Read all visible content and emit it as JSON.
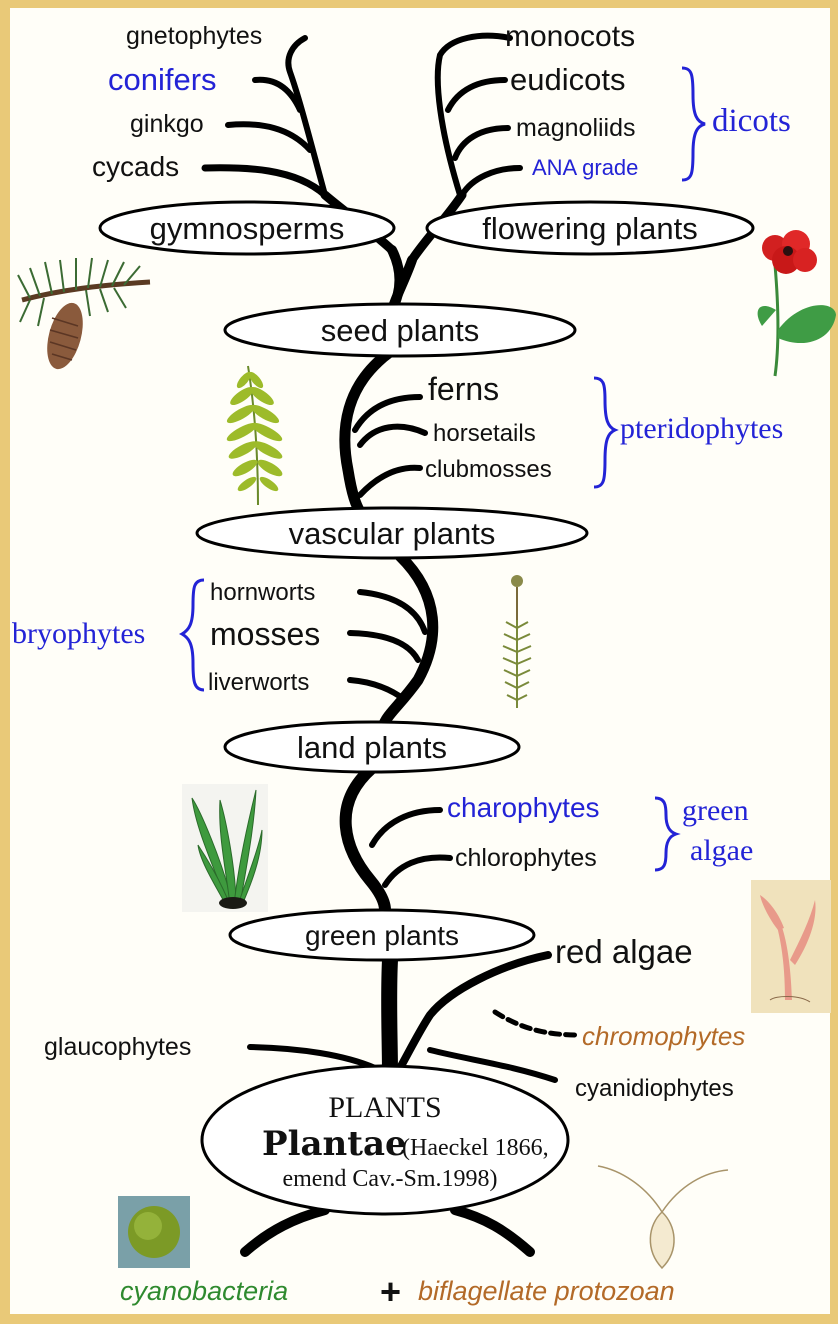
{
  "colors": {
    "background": "#e9c978",
    "panel": "#fffef8",
    "label_blue": "#2323d6",
    "label_orange": "#b36a28",
    "label_green": "#2f8a2f"
  },
  "nodes": {
    "gymnosperms": "gymnosperms",
    "flowering_plants": "flowering plants",
    "seed_plants": "seed plants",
    "vascular_plants": "vascular plants",
    "land_plants": "land plants",
    "green_plants": "green plants",
    "plants": "PLANTS",
    "plantae_name": "Plantae",
    "plantae_citation_1": "(Haeckel 1866,",
    "plantae_citation_2": "emend Cav.-Sm.1998)"
  },
  "gymnosperm_leaves": [
    "gnetophytes",
    "conifers",
    "ginkgo",
    "cycads"
  ],
  "flowering_leaves": [
    "monocots",
    "eudicots",
    "magnoliids",
    "ANA grade"
  ],
  "dicots_label": "dicots",
  "pteridophyte_leaves": [
    "ferns",
    "horsetails",
    "clubmosses"
  ],
  "pteridophytes_label": "pteridophytes",
  "bryophyte_leaves": [
    "hornworts",
    "mosses",
    "liverworts"
  ],
  "bryophytes_label": "bryophytes",
  "green_algae_leaves": [
    "charophytes",
    "chlorophytes"
  ],
  "green_algae_label": [
    "green",
    "algae"
  ],
  "basal_leaves": {
    "red_algae": "red algae",
    "chromophytes": "chromophytes",
    "cyanidiophytes": "cyanidiophytes",
    "glaucophytes": "glaucophytes"
  },
  "roots": {
    "left": "cyanobacteria",
    "plus": "+",
    "right": "biflagellate protozoan"
  },
  "illustrations": [
    "pine-cone-branch",
    "poppy-flower",
    "fern-frond",
    "moss-sporophyte",
    "green-alga-plant",
    "red-alga-sketch",
    "cyanobacteria-cell",
    "protozoan-cell"
  ]
}
